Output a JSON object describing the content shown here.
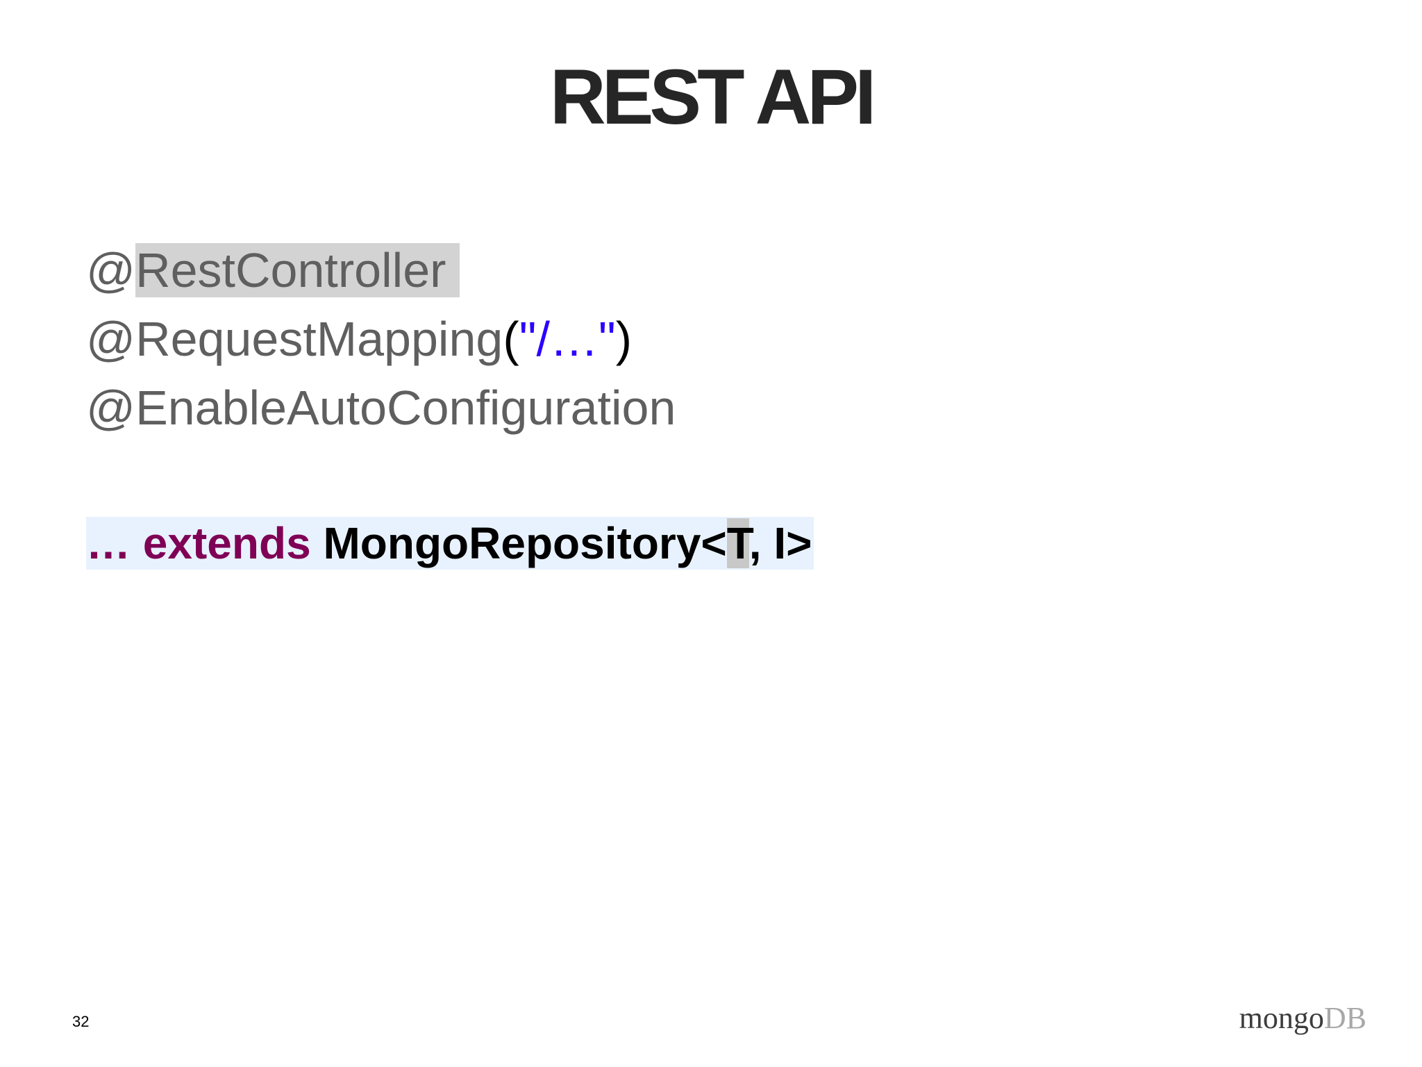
{
  "slide": {
    "title": "REST API",
    "page_number": "32"
  },
  "annotations": [
    {
      "at": "@",
      "name": "RestController"
    },
    {
      "at": "@",
      "name": "RequestMapping",
      "open_paren": "(",
      "string": "\"/…\"",
      "close_paren": ")"
    },
    {
      "at": "@",
      "name": "EnableAutoConfiguration"
    }
  ],
  "code": {
    "ellipsis": "…",
    "keyword": "extends",
    "class_name": "MongoRepository<",
    "type_param": "T",
    "rest": ", I>"
  },
  "logo": {
    "part1": "mongo",
    "part2": "DB"
  },
  "colors": {
    "title": "#262626",
    "annotation": "#5f5f5f",
    "string": "#2a00ff",
    "keyword": "#7f0055",
    "code_background": "#e8f2fe",
    "highlight": "#d3d3d3"
  }
}
